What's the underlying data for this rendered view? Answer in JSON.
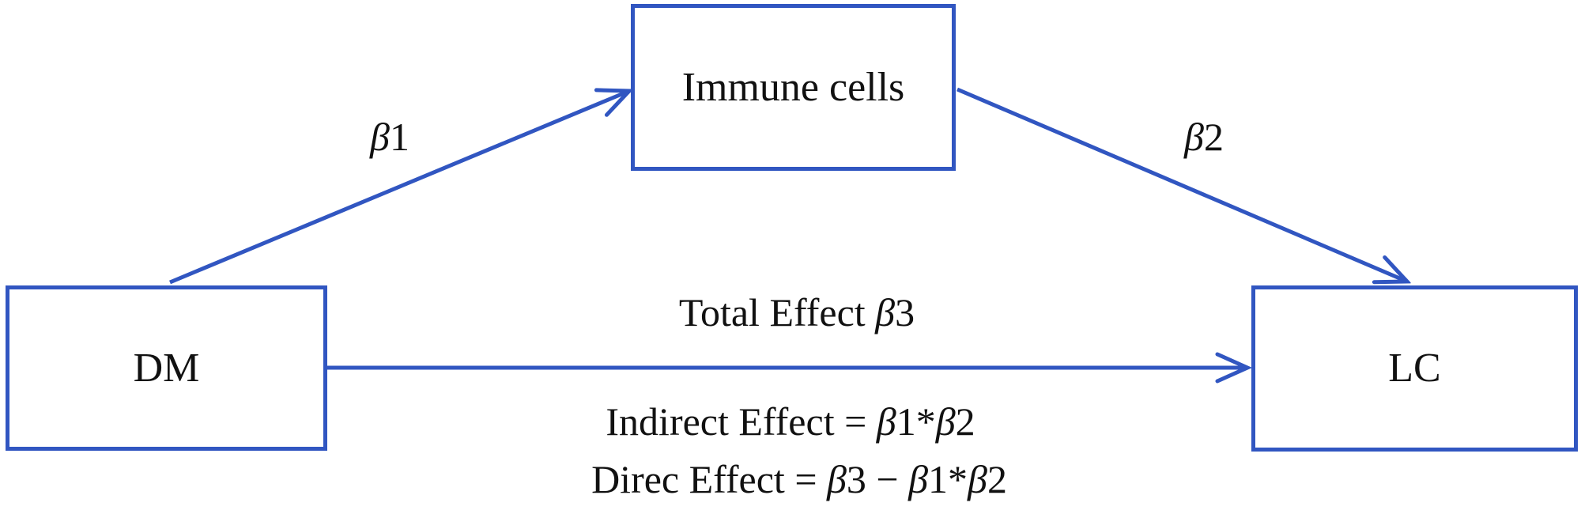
{
  "figure": {
    "type": "mediation-path-diagram",
    "colors": {
      "line_blue": "#3156c1",
      "text_black": "#111111",
      "background": "#ffffff"
    },
    "nodes": {
      "mediator": {
        "label": "Immune cells"
      },
      "exposure": {
        "label": "DM"
      },
      "outcome": {
        "label": "LC"
      }
    },
    "edges": {
      "beta1": {
        "text": "β1",
        "segments": [
          {
            "t": "β",
            "i": true
          },
          {
            "t": "1"
          }
        ]
      },
      "beta2": {
        "text": "β2",
        "segments": [
          {
            "t": "β",
            "i": true
          },
          {
            "t": "2"
          }
        ]
      },
      "total": {
        "text": "Total Effect β3",
        "segments": [
          {
            "t": "Total Effect "
          },
          {
            "t": "β",
            "i": true
          },
          {
            "t": "3"
          }
        ]
      }
    },
    "formulas": {
      "indirect": {
        "text": "Indirect Effect = β1*β2",
        "segments": [
          {
            "t": "Indirect Effect = "
          },
          {
            "t": "β",
            "i": true
          },
          {
            "t": "1*"
          },
          {
            "t": "β",
            "i": true
          },
          {
            "t": "2"
          }
        ]
      },
      "direct": {
        "text": "Direc Effect = β3 − β1*β2",
        "segments": [
          {
            "t": "Direc Effect = "
          },
          {
            "t": "β",
            "i": true
          },
          {
            "t": "3 − "
          },
          {
            "t": "β",
            "i": true
          },
          {
            "t": "1*"
          },
          {
            "t": "β",
            "i": true
          },
          {
            "t": "2"
          }
        ]
      }
    }
  }
}
